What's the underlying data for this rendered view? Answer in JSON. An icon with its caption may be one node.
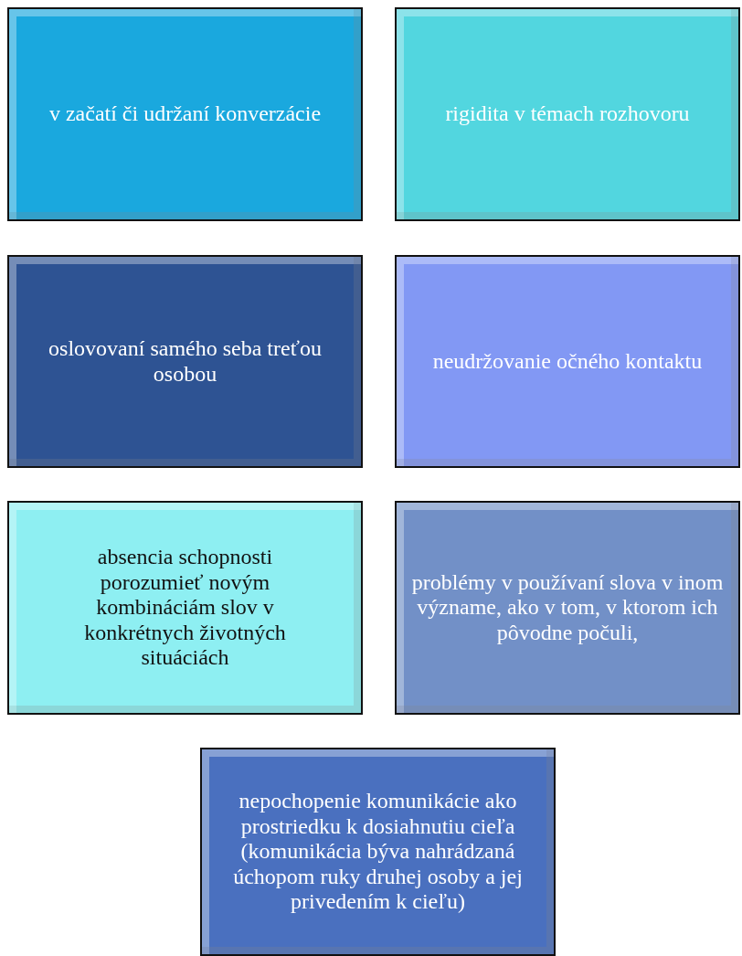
{
  "diagram": {
    "nodes": [
      {
        "text": [
          "v začatí či udržaní konverzácie"
        ]
      },
      {
        "text": [
          "rigidita v témach rozhovoru"
        ]
      },
      {
        "text": [
          "oslovovaní samého seba treťou osobou"
        ]
      },
      {
        "text": [
          "neudržovanie očného kontaktu"
        ]
      },
      {
        "text": [
          "absencia schopnosti porozumieť novým kombináciám slov v konkrétnych životných situáciách"
        ]
      },
      {
        "text": [
          "problémy v používaní slova v inom význame, ako v tom, v ktorom ich pôvodne počuli,"
        ]
      },
      {
        "text": [
          "nepochopenie komunikácie ako prostriedku k dosiahnutiu cieľa (komunikácia býva nahrádzaná úchopom ruky druhej osoby a jej privedením k cieľu)"
        ]
      }
    ]
  }
}
